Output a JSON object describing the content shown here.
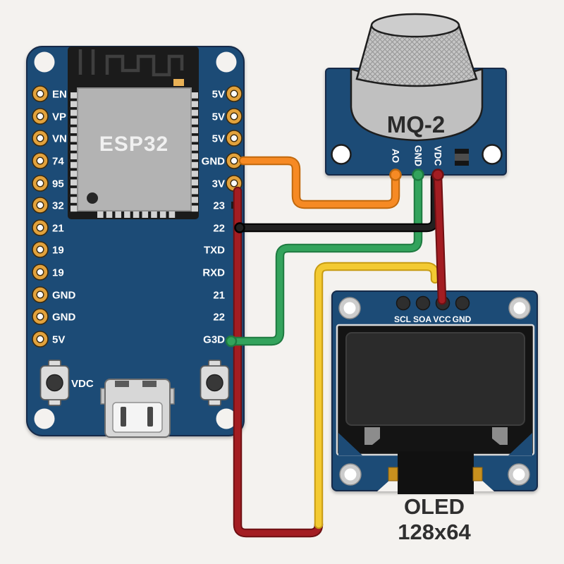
{
  "background": "#F4F2EF",
  "colors": {
    "board_blue": "#1D4B76",
    "board_edge": "#142C49",
    "gold_pad": "#E2A23C",
    "gold_edge": "#3B2A0E",
    "module_gray": "#B3B3B3",
    "antenna_black": "#1B1B1B",
    "sensor_gray": "#C0C0C0",
    "screen_dark": "#141414",
    "caption_dark": "#2F2F2F"
  },
  "esp32": {
    "chip_label": "ESP32",
    "left_pins": [
      "EN",
      "VP",
      "VN",
      "74",
      "95",
      "32",
      "21",
      "19",
      "19",
      "GND",
      "GND",
      "5V"
    ],
    "right_pins": [
      "5V",
      "5V",
      "5V",
      "GND",
      "3V",
      "23",
      "22",
      "TXD",
      "RXD",
      "21",
      "22",
      "G3D"
    ],
    "button_label": "VDC"
  },
  "mq2": {
    "label": "MQ-2",
    "pins": [
      "AO",
      "GND",
      "VDC"
    ]
  },
  "oled": {
    "pins": [
      "SCL",
      "SOA",
      "VCC",
      "GND"
    ],
    "caption_line1": "OLED",
    "caption_line2": "128x64"
  },
  "wires": {
    "orange": {
      "core": "#F68A24",
      "edge": "#C1690E",
      "from": "ESP32 GND",
      "to": "MQ-2 AO"
    },
    "green": {
      "core": "#33A35C",
      "edge": "#1E7A40",
      "from": "MQ-2 GND",
      "to": "ESP32 G3D"
    },
    "black": {
      "core": "#212121",
      "edge": "#000000",
      "from": "ESP32 22",
      "to": "MQ-2 VDC pin row"
    },
    "yellow": {
      "core": "#F3CA32",
      "edge": "#C79B12",
      "from": "supply junction",
      "to": "OLED VCC area"
    },
    "dark_red_supply": {
      "core": "#A31D22",
      "edge": "#6E1013",
      "from": "ESP32 3V",
      "to": "yellow junction"
    },
    "dark_red_vcc": {
      "core": "#A31D22",
      "edge": "#6E1013",
      "from": "MQ-2 VDC",
      "to": "OLED VCC"
    }
  }
}
